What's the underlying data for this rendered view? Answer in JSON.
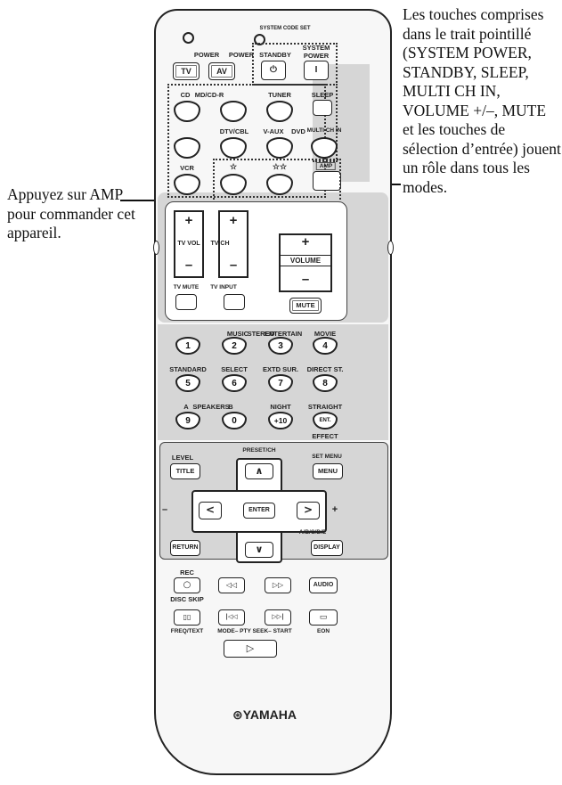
{
  "callouts": {
    "right_text": "Les touches comprises dans le trait pointillé (SYSTEM POWER, STANDBY, SLEEP, MULTI CH IN, VOLUME +/–, MUTE et les touches de sélection d’entrée) jouent un rôle dans tous les modes.",
    "left_text": "Appuyez sur AMP pour commander cet appareil."
  },
  "remote": {
    "top_label": "SYSTEM CODE SET",
    "power_labels": {
      "power_tv": "POWER",
      "power_av": "POWER",
      "standby": "STANDBY",
      "system_power_top": "SYSTEM",
      "system_power": "POWER"
    },
    "tv_button": "TV",
    "av_button": "AV",
    "input_labels": {
      "cd": "CD",
      "md": "MD/CD-R",
      "tuner": "TUNER",
      "sleep": "SLEEP",
      "dtv": "DTV/CBL",
      "vaux": "V-AUX",
      "dvd": "DVD",
      "multich": "MULTI CH IN",
      "vcr": "VCR",
      "star1": "☆",
      "star2": "☆☆",
      "amp": "AMP"
    },
    "tv_section": {
      "plus": "+",
      "minus": "–",
      "tv_vol": "TV VOL",
      "tv_ch": "TV CH",
      "tv_mute": "TV MUTE",
      "tv_input": "TV INPUT"
    },
    "volume": {
      "plus": "+",
      "label": "VOLUME",
      "minus": "–",
      "mute": "MUTE"
    },
    "num_labels": [
      "MUSIC",
      "STEREO",
      "ENTERTAIN",
      "MOVIE",
      "STANDARD",
      "SELECT",
      "EXTD SUR.",
      "DIRECT ST.",
      "A",
      "SPEAKERS",
      "B",
      "NIGHT",
      "STRAIGHT"
    ],
    "numbers": [
      "1",
      "2",
      "3",
      "4",
      "5",
      "6",
      "7",
      "8",
      "9",
      "0",
      "+10",
      "ENT."
    ],
    "effect": "EFFECT",
    "nav": {
      "level": "LEVEL",
      "title": "TITLE",
      "preset": "PRESET/CH",
      "set_menu": "SET MENU",
      "menu": "MENU",
      "enter": "ENTER",
      "abcde": "A/B/C/D/E",
      "return": "RETURN",
      "display": "DISPLAY",
      "minus": "–",
      "plus": "+"
    },
    "transport": {
      "rec": "REC",
      "audio": "AUDIO",
      "disc_skip": "DISC SKIP",
      "freq_text": "FREQ/TEXT",
      "mode_pty": "MODE– PTY SEEK– START",
      "eon": "EON"
    },
    "brand": "YAMAHA"
  }
}
